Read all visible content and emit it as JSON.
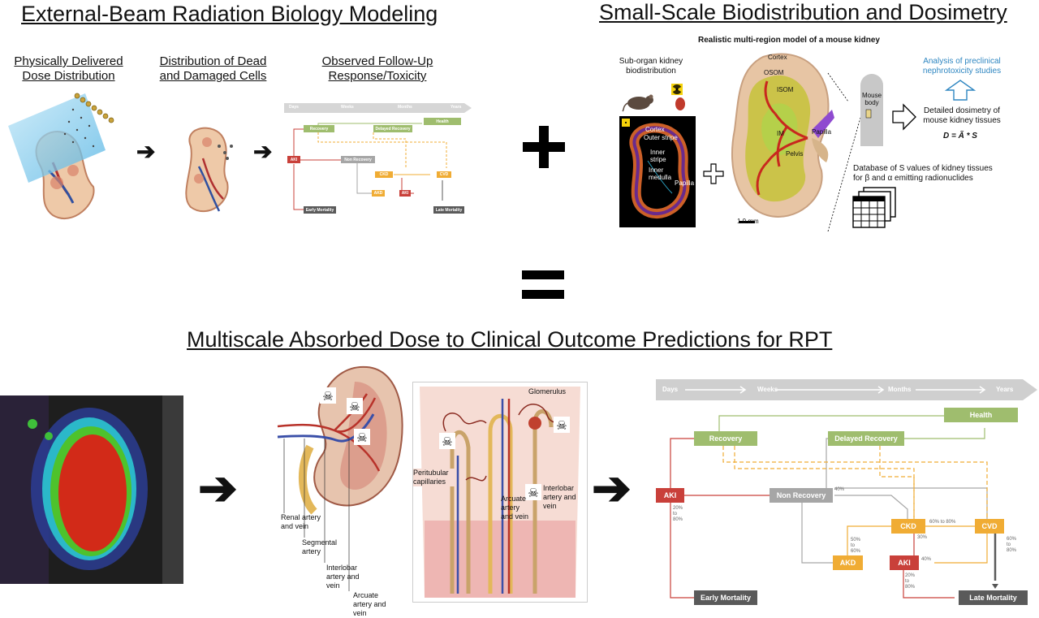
{
  "titles": {
    "external_beam": "External-Beam Radiation Biology Modeling",
    "biodistribution": "Small-Scale Biodistribution and Dosimetry",
    "multiscale": "Multiscale Absorbed Dose to Clinical Outcome Predictions for RPT"
  },
  "external_beam_panels": {
    "dose": "Physically Delivered Dose Distribution",
    "cells": "Distribution of Dead and Damaged Cells",
    "response": "Observed Follow-Up Response/Toxicity"
  },
  "mouse_panel": {
    "title": "Realistic multi-region model of a mouse kidney",
    "sub_organ": "Sub-organ kidney biodistribution",
    "analysis": "Analysis of preclinical nephrotoxicity studies",
    "detailed": "Detailed dosimetry of mouse kidney tissues",
    "formula": "D = Ã * S",
    "database": "Database of S values of kidney tissues for β and α emitting radionuclides",
    "mouse_body": "Mouse body",
    "scale_bar": "1.0 mm",
    "slice_labels": [
      "Cortex",
      "Outer stripe",
      "Inner stripe",
      "Inner medulla",
      "Papilla"
    ],
    "model_labels": [
      "Cortex",
      "OSOM",
      "ISOM",
      "IM",
      "Papilla",
      "Pelvis"
    ]
  },
  "anatomy_labels": {
    "renal": "Renal artery and vein",
    "segmental": "Segmental artery",
    "interlobar": "Interlobar artery and vein",
    "arcuate": "Arcuate artery and vein",
    "glomerulus": "Glomerulus",
    "peritubular": "Peritubular capillaries",
    "arcuate_inset": "Arcuate artery and vein",
    "interlobar_inset": "Interlobar artery and vein"
  },
  "timeline": [
    "Days",
    "Weeks",
    "Months",
    "Years"
  ],
  "timeline_small": [
    "Days",
    "Weeks",
    "Months",
    "Years"
  ],
  "outcome_boxes": {
    "health": "Health",
    "recovery": "Recovery",
    "delayed_recovery": "Delayed Recovery",
    "aki": "AKI",
    "non_recovery": "Non Recovery",
    "ckd": "CKD",
    "cvd": "CVD",
    "akd": "AKD",
    "aki2": "AKI",
    "early_mortality": "Early Mortality",
    "late_mortality": "Late Mortality"
  },
  "percentages": {
    "aki": "20% to 80%",
    "non_recovery": "40%",
    "ckd_cvd": "60% to 80%",
    "ckd_down": "30%",
    "akd": "50% to 60%",
    "aki2": "40%",
    "aki2_down": "20% to 80%",
    "cvd": "60% to 80%"
  },
  "colors": {
    "green": "#9fbd6e",
    "red": "#c9403a",
    "gray": "#a6a6a6",
    "orange": "#f0ac34",
    "dark": "#5a5a5a",
    "timeline": "#cfcfcf",
    "link_blue": "#2e86c1"
  }
}
